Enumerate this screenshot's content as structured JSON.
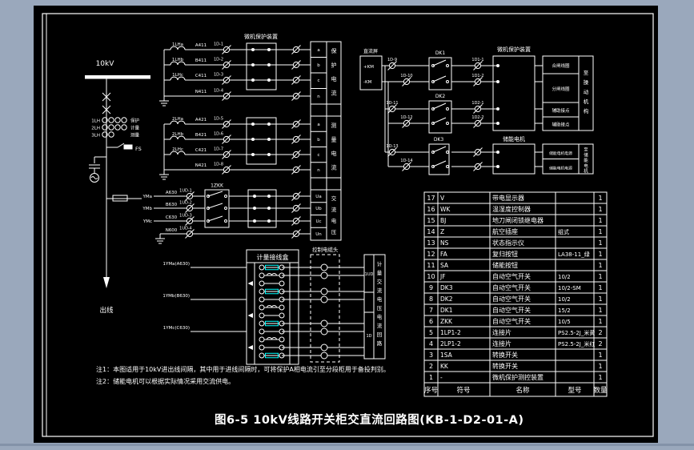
{
  "drawing": {
    "title": "图6-5 10kV线路开关柜交直流回路图(KB-1-D2-01-A)",
    "notes": [
      "注1：本图适用于10kV进出线间隔，其中用于进线间隔时，可将保护A相电流引至分段柜用于备投判别。",
      "注2：储能电机可以根据实际情况采用交流供电。"
    ],
    "colors": {
      "window": "#9aa8bc",
      "canvas": "#000000",
      "line": "#ffffff",
      "accent_cyan": "#00ffff"
    },
    "sld": {
      "bus_label": "10kV",
      "ct_rows": [
        "1LH",
        "2LH",
        "3LH"
      ],
      "ct_uses": [
        "保护",
        "计量",
        "测量"
      ],
      "arrester": "FS",
      "outgoing": "出线"
    },
    "ct_group1": {
      "device": "微机保护装置",
      "cts": [
        "1LHa",
        "1LHb",
        "1LHc"
      ],
      "wires": [
        "A411",
        "B411",
        "C411",
        "N411"
      ],
      "terminals": [
        "1D-1",
        "1D-2",
        "1D-3",
        "1D-4"
      ],
      "strip_rows": [
        "a",
        "b",
        "c",
        "n"
      ],
      "strip_label": "保护电流"
    },
    "ct_group2": {
      "cts": [
        "2LHa",
        "2LHb",
        "2LHc"
      ],
      "wires": [
        "A421",
        "B421",
        "C421",
        "N421"
      ],
      "terminals": [
        "1D-5",
        "1D-6",
        "1D-7",
        "1D-8"
      ],
      "strip_rows": [
        "a",
        "b",
        "c",
        "n"
      ],
      "strip_label": "测量电流"
    },
    "pt_group": {
      "bus_taps": [
        "YMa",
        "YMb",
        "YMc"
      ],
      "wires": [
        "A630",
        "B630",
        "C630",
        "N600"
      ],
      "terminals": [
        "1UD-1",
        "1UD-2",
        "1UD-3",
        "1UD-4"
      ],
      "switch": "1ZKK",
      "strip_rows": [
        "Ua",
        "Ub",
        "Uc",
        "Un"
      ],
      "strip_label": "交流电压"
    },
    "metering": {
      "box_label": "计量接线盒",
      "inputs": [
        "1YMa(A630)",
        "1YMb(B630)",
        "1YMc(C630)"
      ],
      "cable_label": "控制电缆头",
      "dest_cells": [
        "1UD",
        "1D"
      ],
      "dest_label": "计量交流电压电流回路"
    },
    "dc": {
      "source_label": "直流屏",
      "source_rows": [
        "+KM",
        "-KM"
      ],
      "fuse_terminals": [
        "1D-9",
        "1D-10",
        "1D-11",
        "1D-12",
        "1D-13",
        "1D-14"
      ],
      "switches": [
        "DK1",
        "DK2",
        "DK3"
      ],
      "mid_terminals": [
        "1D1-1",
        "1D1-2",
        "1D2-1",
        "1D2-2"
      ],
      "device": "微机保护装置",
      "motor_box": "储能电机",
      "mech": {
        "rows": [
          "合闸线圈",
          "分闸线圈",
          "辅助接点",
          "辅助接点"
        ],
        "label": "至操动机构"
      },
      "motor_rows": [
        "储能电机电源",
        "储能电机电源"
      ],
      "motor_dest_label": "至储能电机"
    },
    "bom": {
      "headers": [
        "序号",
        "符号",
        "名称",
        "型号",
        "数量"
      ],
      "rows": [
        {
          "no": "17",
          "sym": "V",
          "name": "带电显示器",
          "model": "",
          "qty": "1"
        },
        {
          "no": "16",
          "sym": "WK",
          "name": "温湿度控制器",
          "model": "",
          "qty": "1"
        },
        {
          "no": "15",
          "sym": "BJ",
          "name": "地刀闸闭锁继电器",
          "model": "",
          "qty": "1"
        },
        {
          "no": "14",
          "sym": "Z",
          "name": "航空插座",
          "model": "组式",
          "qty": "1"
        },
        {
          "no": "13",
          "sym": "NS",
          "name": "状态指示仪",
          "model": "",
          "qty": "1"
        },
        {
          "no": "12",
          "sym": "FA",
          "name": "复归按钮",
          "model": "LA38-11_绿",
          "qty": "1"
        },
        {
          "no": "11",
          "sym": "SA",
          "name": "储能按钮",
          "model": "",
          "qty": "1"
        },
        {
          "no": "10",
          "sym": "JF",
          "name": "自动空气开关",
          "model": "10/2",
          "qty": "1"
        },
        {
          "no": "9",
          "sym": "DK3",
          "name": "自动空气开关",
          "model": "10/2-SM",
          "qty": "1"
        },
        {
          "no": "8",
          "sym": "DK2",
          "name": "自动空气开关",
          "model": "10/2",
          "qty": "1"
        },
        {
          "no": "7",
          "sym": "DK1",
          "name": "自动空气开关",
          "model": "15/2",
          "qty": "1"
        },
        {
          "no": "6",
          "sym": "ZKK",
          "name": "自动空气开关",
          "model": "10/5",
          "qty": "1"
        },
        {
          "no": "5",
          "sym": "1LP1-2",
          "name": "连接片",
          "model": "PS2.5-2J_米黄",
          "qty": "2"
        },
        {
          "no": "4",
          "sym": "2LP1-2",
          "name": "连接片",
          "model": "PS2.5-2J_米红",
          "qty": "2"
        },
        {
          "no": "3",
          "sym": "1SA",
          "name": "转换开关",
          "model": "",
          "qty": "1"
        },
        {
          "no": "2",
          "sym": "KK",
          "name": "转换开关",
          "model": "",
          "qty": "1"
        },
        {
          "no": "1",
          "sym": "-",
          "name": "微机保护测控装置",
          "model": "",
          "qty": "1"
        }
      ]
    }
  }
}
